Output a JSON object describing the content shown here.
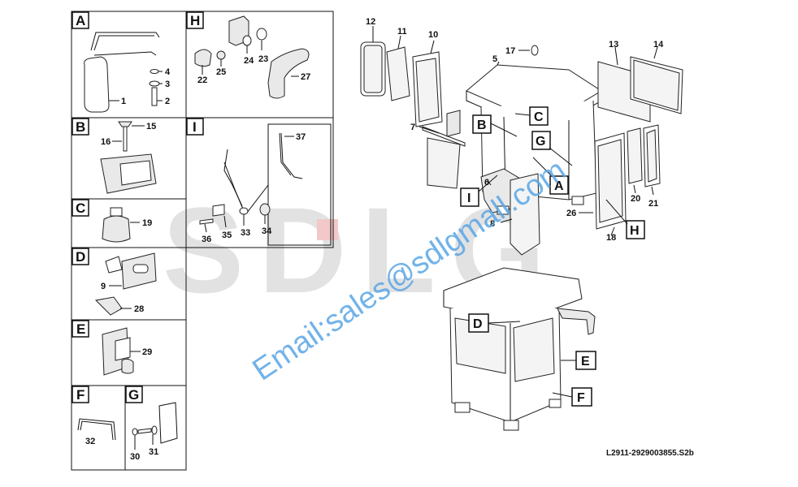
{
  "drawing_code": "L2911-2929003855.S2b",
  "watermark_brand": "SDLG",
  "watermark_email": "Email:sales@sdlgmall.com",
  "sections": {
    "A": {
      "letter": "A",
      "callouts": [
        "1",
        "2",
        "3",
        "4"
      ]
    },
    "B": {
      "letter": "B",
      "callouts": [
        "15",
        "16"
      ]
    },
    "C": {
      "letter": "C",
      "callouts": [
        "19"
      ]
    },
    "D": {
      "letter": "D",
      "callouts": [
        "9",
        "28"
      ]
    },
    "E": {
      "letter": "E",
      "callouts": [
        "29"
      ]
    },
    "F": {
      "letter": "F",
      "callouts": [
        "32"
      ]
    },
    "G": {
      "letter": "G",
      "callouts": [
        "30",
        "31"
      ]
    },
    "H": {
      "letter": "H",
      "callouts": [
        "22",
        "23",
        "24",
        "25",
        "27"
      ]
    },
    "I": {
      "letter": "I",
      "callouts": [
        "33",
        "34",
        "35",
        "36",
        "37"
      ]
    }
  },
  "main_callouts": [
    "5",
    "6",
    "7",
    "8",
    "10",
    "11",
    "12",
    "13",
    "14",
    "17",
    "18",
    "20",
    "21",
    "26"
  ],
  "reference_boxes_upper": [
    "A",
    "B",
    "C",
    "G",
    "H",
    "I"
  ],
  "reference_boxes_lower": [
    "D",
    "E",
    "F"
  ]
}
